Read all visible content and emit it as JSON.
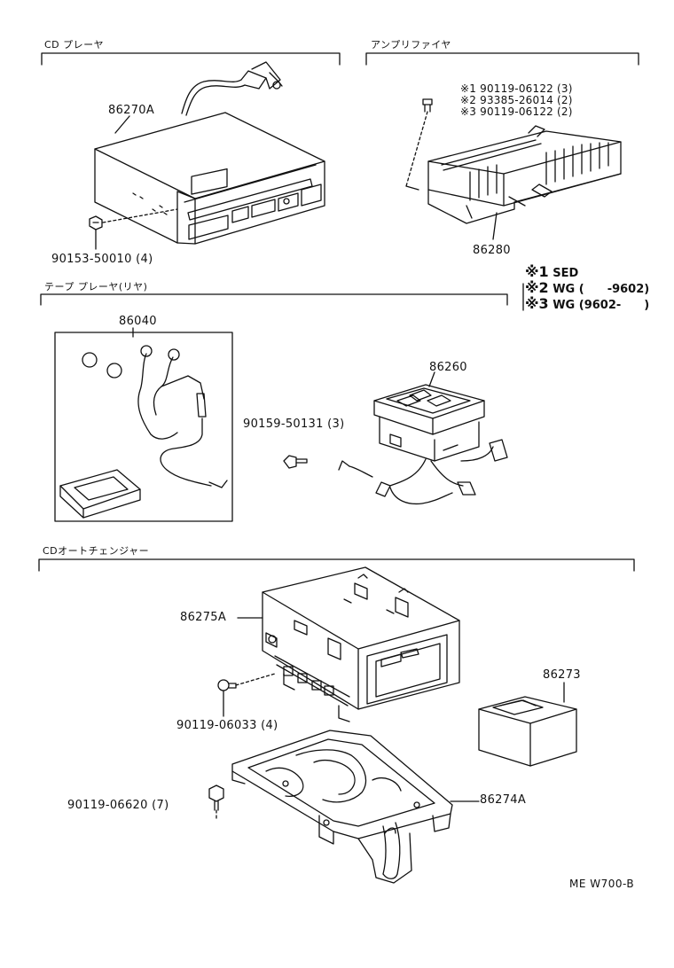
{
  "sections": {
    "cd_player": "CD プレーヤ",
    "amplifier": "アンプリファイヤ",
    "tape_player_rear": "テープ プレーヤ(リヤ)",
    "cd_changer": "CDオートチェンジャー"
  },
  "parts": {
    "p86270A": "86270A",
    "p90153": "90153-50010 (4)",
    "p86280": "86280",
    "p86040": "86040",
    "p86260": "86260",
    "p90159": "90159-50131 (3)",
    "p86275A": "86275A",
    "p86273": "86273",
    "p90119_06033": "90119-06033 (4)",
    "p86274A": "86274A",
    "p90119_06620": "90119-06620 (7)"
  },
  "amp_footnotes": [
    {
      "mark": "※1",
      "text": "90119-06122 (3)"
    },
    {
      "mark": "※2",
      "text": "93385-26014 (2)"
    },
    {
      "mark": "※3",
      "text": "90119-06122 (2)"
    }
  ],
  "legend": [
    {
      "mark": "※1",
      "text": "SED"
    },
    {
      "mark": "※2",
      "text": "WG (　　-9602)"
    },
    {
      "mark": "※3",
      "text": "WG (9602-　　)"
    }
  ],
  "reference": "ME  W700-B"
}
